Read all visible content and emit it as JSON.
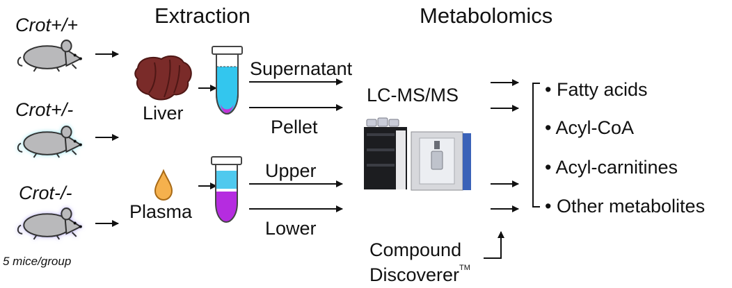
{
  "headers": {
    "extraction": "Extraction",
    "metabolomics": "Metabolomics"
  },
  "genotypes": [
    "Crot+/+",
    "Crot+/-",
    "Crot-/-"
  ],
  "group_note": "5 mice/group",
  "samples": {
    "liver": "Liver",
    "plasma": "Plasma"
  },
  "fractions": {
    "supernatant": "Supernatant",
    "pellet": "Pellet",
    "upper": "Upper",
    "lower": "Lower"
  },
  "instrument": "LC-MS/MS",
  "software": {
    "line1": "Compound",
    "line2": "Discoverer",
    "mark": "TM"
  },
  "outputs": [
    "Fatty acids",
    "Acyl-CoA",
    "Acyl-carnitines",
    "Other metabolites"
  ],
  "bullet": "•",
  "colors": {
    "mouse_body": "#b9b9bb",
    "glow_het": "#9fe6f0",
    "glow_ko": "#b9b0f2",
    "liver": "#7a2b29",
    "plasma_drop": "#f5b14d",
    "supernatant": "#33c6ee",
    "pellet": "#c235d6",
    "upper": "#4fc9ee",
    "lower": "#b52ce0"
  }
}
